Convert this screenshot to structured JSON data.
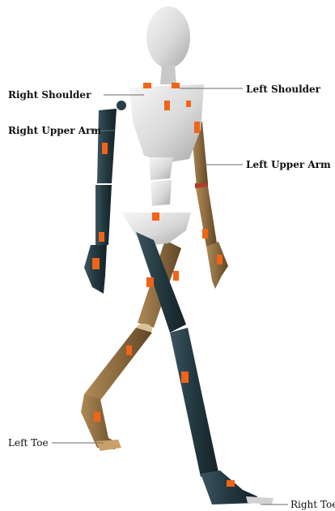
{
  "labels": {
    "right_shoulder": "Right Shoulder",
    "left_shoulder": "Left Shoulder",
    "right_upper_arm": "Right Upper Arm",
    "left_upper_arm": "Left Upper Arm",
    "left_toe": "Left Toe",
    "right_toe": "Right Toe"
  },
  "colors": {
    "torso": "#d6d6d6",
    "right_side": "#22383f",
    "left_side": "#8a6a3e",
    "marker": "#f06418"
  }
}
